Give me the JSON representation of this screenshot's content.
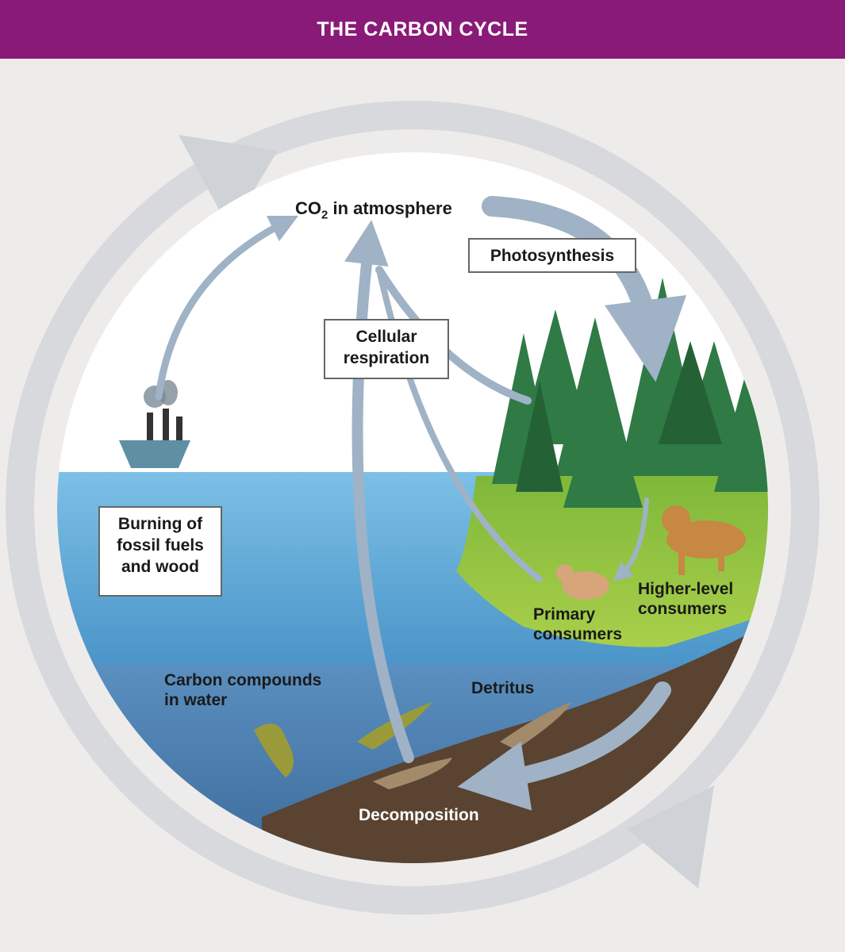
{
  "header": {
    "title": "THE CARBON CYCLE"
  },
  "labels": {
    "co2_main": "CO",
    "co2_sub": "2",
    "co2_rest": " in atmosphere",
    "photosynthesis": "Photosynthesis",
    "cellular_respiration_1": "Cellular",
    "cellular_respiration_2": "respiration",
    "burning_1": "Burning of",
    "burning_2": "fossil fuels",
    "burning_3": "and wood",
    "primary_1": "Primary",
    "primary_2": "consumers",
    "higher_1": "Higher-level",
    "higher_2": "consumers",
    "carbon_water_1": "Carbon compounds",
    "carbon_water_2": "in water",
    "detritus": "Detritus",
    "decomposition": "Decomposition"
  },
  "colors": {
    "header": "#8a1a78",
    "arrow": "#9fb2c6",
    "outer_ring": "#d4d6da",
    "water": "#5aa7d4",
    "land": "#8fbf3c",
    "soil": "#5a4330"
  }
}
